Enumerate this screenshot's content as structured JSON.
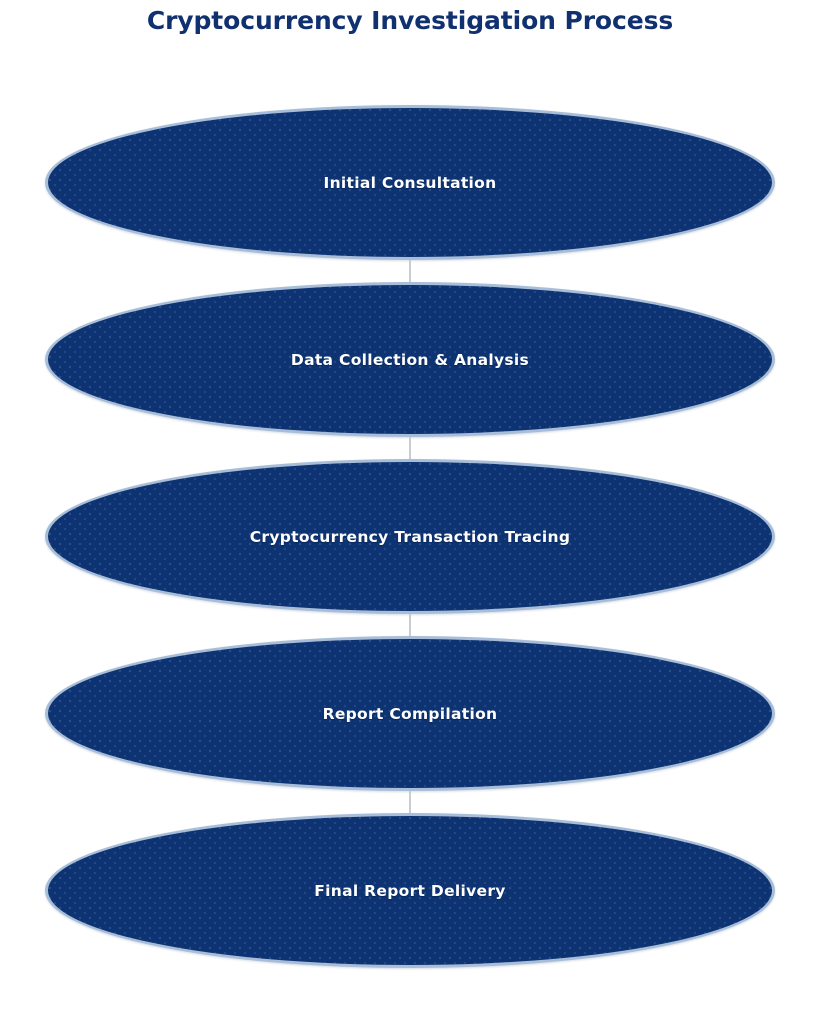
{
  "chart_data": {
    "type": "funnel",
    "title": "Cryptocurrency Investigation Process",
    "xlabel": "",
    "ylabel": "",
    "grid": false,
    "legend": "none",
    "orientation": "vertical",
    "node_shape": "ellipse",
    "stages": [
      {
        "index": 1,
        "label": "Initial Consultation"
      },
      {
        "index": 2,
        "label": "Data Collection & Analysis"
      },
      {
        "index": 3,
        "label": "Cryptocurrency Transaction Tracing"
      },
      {
        "index": 4,
        "label": "Report Compilation"
      },
      {
        "index": 5,
        "label": "Final Report Delivery"
      }
    ],
    "categories": [
      "Initial Consultation",
      "Data Collection & Analysis",
      "Cryptocurrency Transaction Tracing",
      "Report Compilation",
      "Final Report Delivery"
    ],
    "values": [
      1,
      1,
      1,
      1,
      1
    ],
    "connectors": 4
  },
  "diagram": {
    "title": "Cryptocurrency Investigation Process",
    "stages": [
      {
        "label": "Initial Consultation"
      },
      {
        "label": "Data Collection & Analysis"
      },
      {
        "label": "Cryptocurrency Transaction Tracing"
      },
      {
        "label": "Report Compilation"
      },
      {
        "label": "Final Report Delivery"
      }
    ]
  },
  "colors": {
    "background": "#ffffff",
    "title_text": "#103070",
    "node_fill": "#0d3372",
    "node_border": "#a8bdd8",
    "node_label_text": "#ffffff",
    "connector": "#c8ccd4"
  }
}
